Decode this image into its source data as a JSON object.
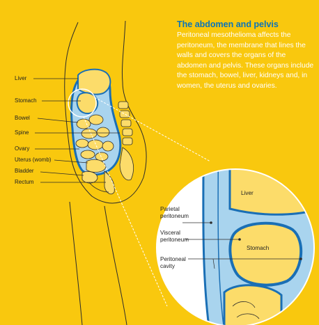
{
  "header": {
    "title": "The abdomen and pelvis",
    "description": "Peritoneal mesothelioma affects the peritoneum, the membrane that lines the walls and covers the organs of the abdomen and pelvis. These organs include the stomach, bowel, liver, kidneys and, in women, the uterus and ovaries."
  },
  "labels": {
    "liver": "Liver",
    "stomach": "Stomach",
    "bowel": "Bowel",
    "spine": "Spine",
    "ovary": "Ovary",
    "uterus": "Uterus (womb)",
    "bladder": "Bladder",
    "rectum": "Rectum"
  },
  "zoom": {
    "liver": "Liver",
    "stomach": "Stomach",
    "parietal_1": "Parietal",
    "parietal_2": "peritoneum",
    "visceral_1": "Visceral",
    "visceral_2": "peritoneum",
    "cavity_1": "Peritoneal",
    "cavity_2": "cavity"
  },
  "colors": {
    "background": "#F9C80E",
    "title": "#0B74B8",
    "membrane": "#1A6FB5",
    "fluid": "#A9D4EE",
    "organ": "#FCDC6A",
    "outline": "#2b2b2b"
  }
}
